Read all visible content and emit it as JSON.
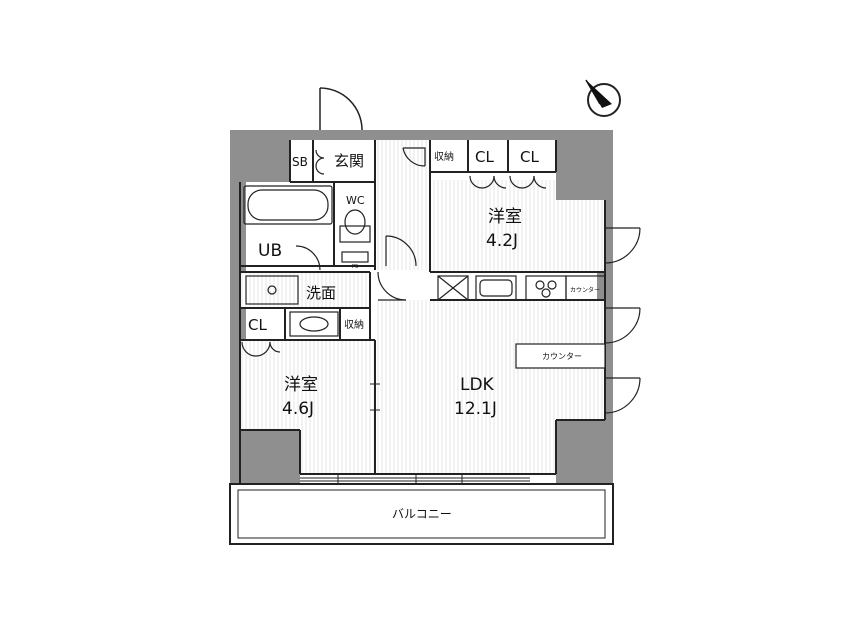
{
  "rooms": {
    "western_room_1": {
      "name": "洋室",
      "size": "4.2J"
    },
    "western_room_2": {
      "name": "洋室",
      "size": "4.6J"
    },
    "ldk": {
      "name": "LDK",
      "size": "12.1J"
    }
  },
  "labels": {
    "sb": "SB",
    "genkan": "玄関",
    "storage_top": "収納",
    "cl_a": "CL",
    "cl_b": "CL",
    "wc": "WC",
    "ub": "UB",
    "washroom": "洗面",
    "cl_c": "CL",
    "storage_mid": "収納",
    "ps": "PS",
    "counter_small": "カウンター",
    "counter_large": "カウンター",
    "balcony": "バルコニー"
  },
  "icons": {
    "compass": "north-arrow-icon"
  }
}
